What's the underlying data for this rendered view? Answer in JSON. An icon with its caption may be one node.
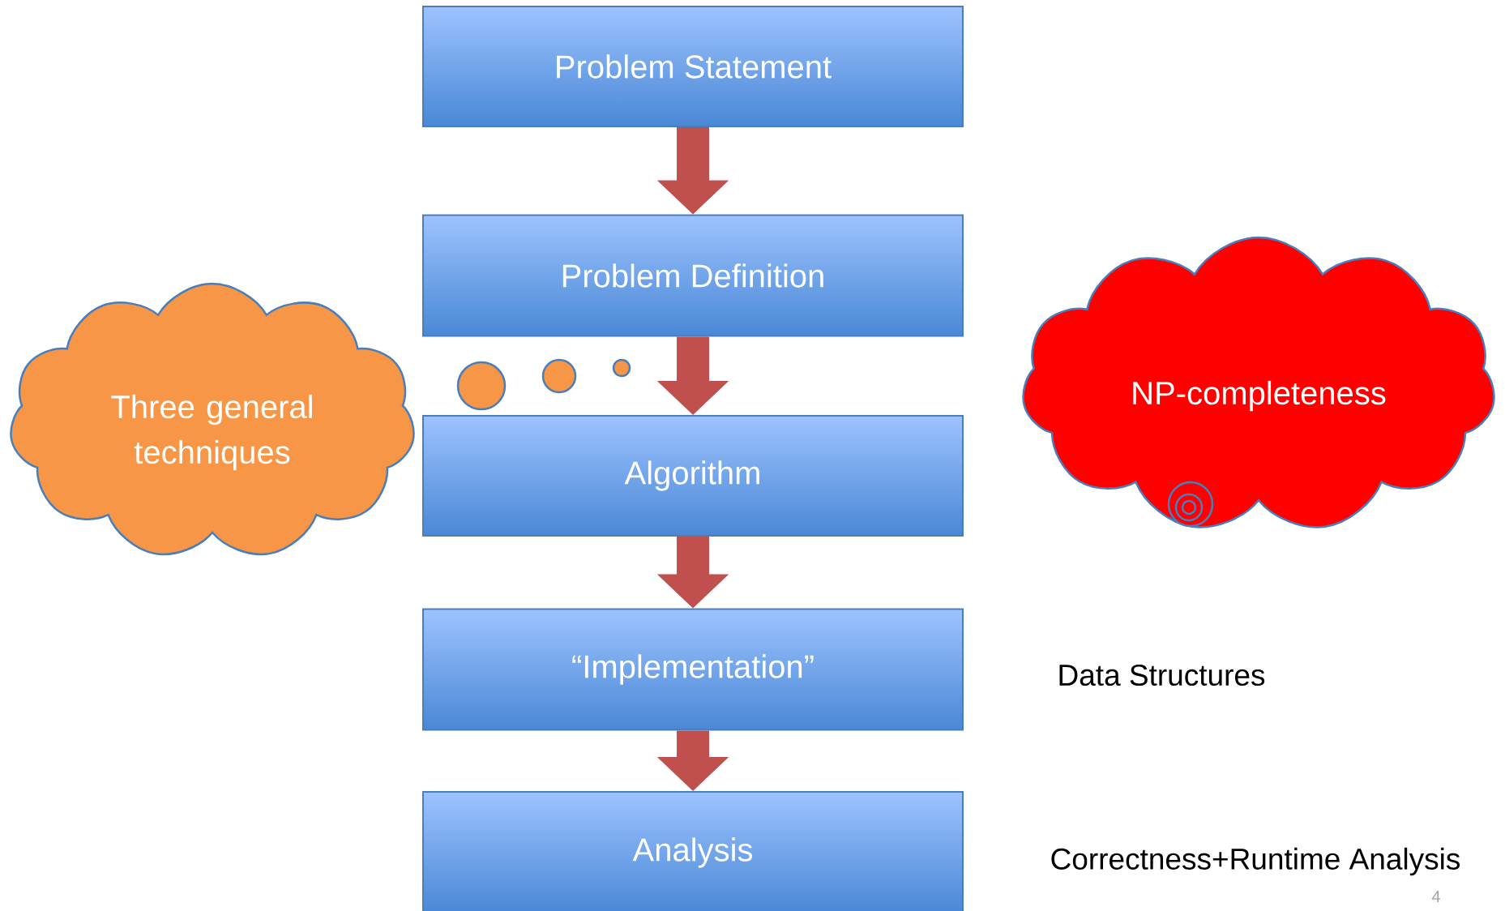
{
  "diagram": {
    "nodes": [
      {
        "text": [
          "Problem Statement"
        ]
      },
      {
        "text": [
          "Problem Definition"
        ]
      },
      {
        "text": [
          "Algorithm"
        ]
      },
      {
        "text": [
          "“Implementation”"
        ]
      },
      {
        "text": [
          "Analysis"
        ]
      },
      {
        "text": [
          "Three general techniques"
        ]
      },
      {
        "text": [
          "NP-completeness"
        ]
      }
    ],
    "edges": [
      {
        "from": 0,
        "to": 1,
        "arrow": "to"
      },
      {
        "from": 1,
        "to": 2,
        "arrow": "to"
      },
      {
        "from": 2,
        "to": 3,
        "arrow": "to"
      },
      {
        "from": 3,
        "to": 4,
        "arrow": "to"
      }
    ],
    "labels": [
      "Data Structures",
      "Correctness+Runtime Analysis",
      "4"
    ]
  }
}
